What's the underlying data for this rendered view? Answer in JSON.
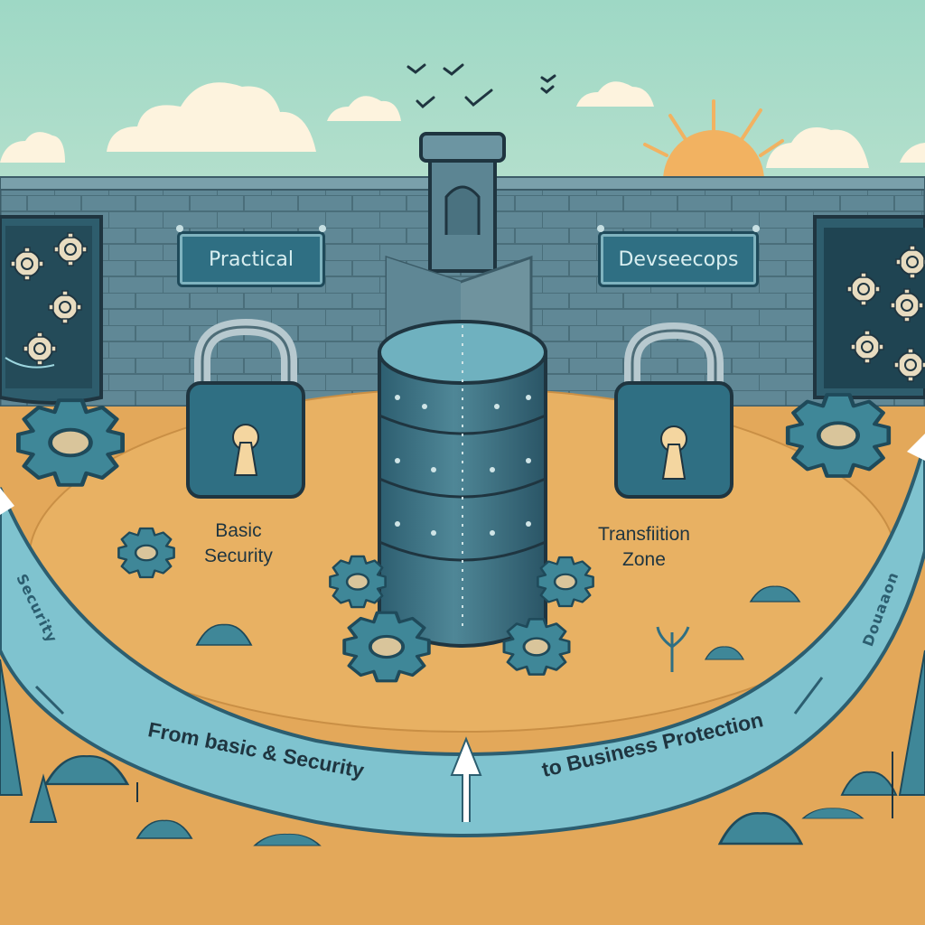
{
  "signs": {
    "left": "Practical",
    "right": "Devseecops"
  },
  "labels": {
    "left_zone_line1": "Basic",
    "left_zone_line2": "Security",
    "right_zone_line1": "Transfiition",
    "right_zone_line2": "Zone"
  },
  "banner": {
    "left_text": "From basic & Security",
    "right_text": "to Business Protection",
    "left_edge_text": "Security",
    "right_edge_text": "Douaaon"
  },
  "colors": {
    "sky": "#a9dcc8",
    "ground": "#e3a85a",
    "wall": "#5f8795",
    "teal": "#3f8798",
    "banner": "#7fc3cf",
    "sun": "#f2b261"
  }
}
